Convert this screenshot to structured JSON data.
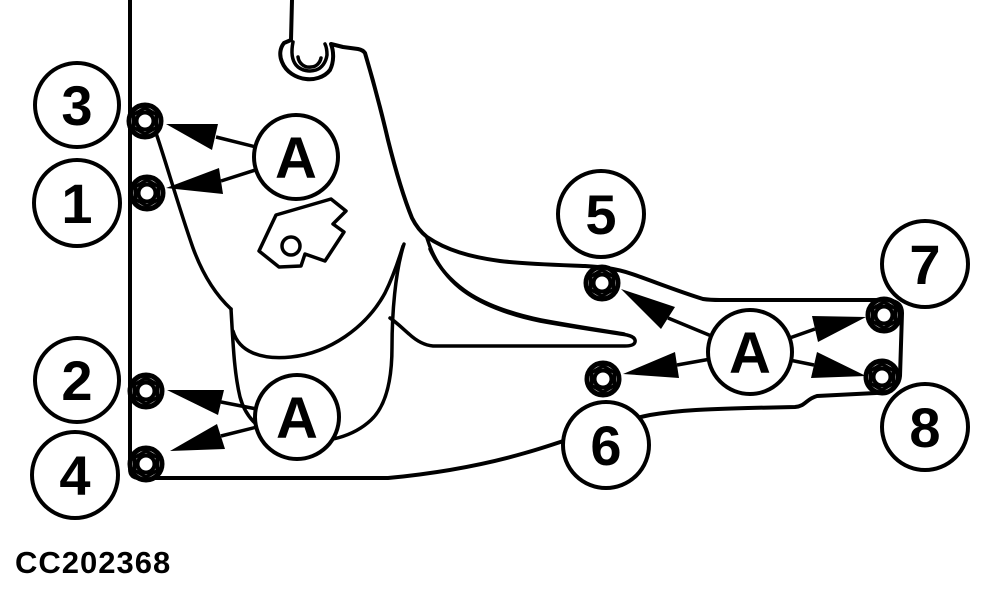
{
  "figure": {
    "code": "CC202368"
  },
  "colors": {
    "line": "#000000",
    "background": "#ffffff"
  },
  "callouts": {
    "numbers": [
      "3",
      "1",
      "2",
      "4",
      "5",
      "6",
      "7",
      "8"
    ],
    "detail_label": "A"
  }
}
